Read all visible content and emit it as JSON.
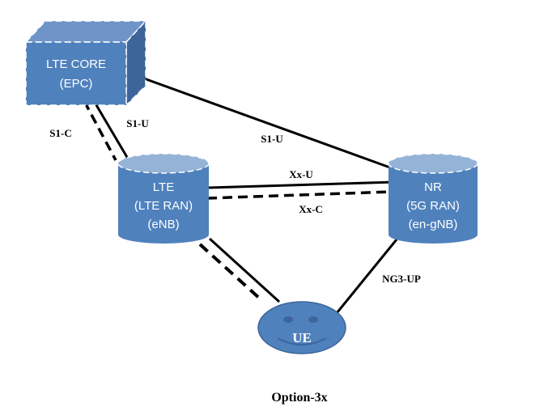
{
  "diagram": {
    "caption": "Option-3x",
    "colors": {
      "fill": "#4f81bd",
      "fill_light": "#95b3d7",
      "fill_dark": "#3d659a",
      "line": "#000000",
      "dash_outline": "#ffffff"
    },
    "nodes": {
      "epc": {
        "line1": "LTE CORE",
        "line2": "(EPC)",
        "shape": "cube"
      },
      "enb": {
        "line1": "LTE",
        "line2": "(LTE RAN)",
        "line3": "(eNB)",
        "shape": "cylinder"
      },
      "gnb": {
        "line1": "NR",
        "line2": "(5G RAN)",
        "line3": "(en-gNB)",
        "shape": "cylinder"
      },
      "ue": {
        "label": "UE",
        "shape": "smiley-ellipse"
      }
    },
    "links": [
      {
        "id": "s1c",
        "from": "epc",
        "to": "enb",
        "style": "dashed",
        "label": "S1-C"
      },
      {
        "id": "s1u-enb",
        "from": "epc",
        "to": "enb",
        "style": "solid",
        "label": "S1-U"
      },
      {
        "id": "s1u-gnb",
        "from": "epc",
        "to": "gnb",
        "style": "solid",
        "label": "S1-U"
      },
      {
        "id": "xxu",
        "from": "enb",
        "to": "gnb",
        "style": "solid",
        "label": "Xx-U"
      },
      {
        "id": "xxc",
        "from": "enb",
        "to": "gnb",
        "style": "dashed",
        "label": "Xx-C"
      },
      {
        "id": "uu-dashed",
        "from": "enb",
        "to": "ue",
        "style": "dashed",
        "label": ""
      },
      {
        "id": "uu-solid",
        "from": "enb",
        "to": "ue",
        "style": "solid",
        "label": ""
      },
      {
        "id": "ng3up",
        "from": "gnb",
        "to": "ue",
        "style": "solid",
        "label": "NG3-UP"
      }
    ]
  }
}
